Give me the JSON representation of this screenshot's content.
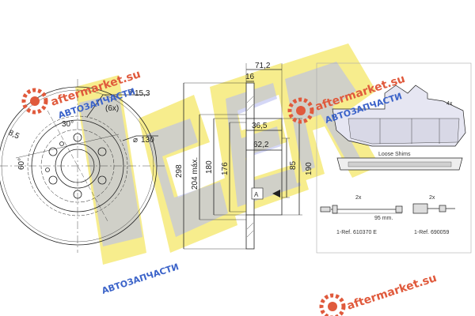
{
  "watermark": {
    "brand": "ICER",
    "site": "aftermarket.su",
    "sub": "АВТОЗАПЧАСТИ",
    "colors": {
      "logo_yellow": "#f6ea7a",
      "logo_blue": "#aab0ec",
      "wm_red": "#e05a3c",
      "wm_blue": "#3b63c9"
    }
  },
  "disc": {
    "angle_bolt": "(6x)",
    "bolt_hole_dia": "15,3",
    "angle_30": "30°",
    "angle_60": "60°",
    "dia_pcd": "130",
    "r_label": "8,5"
  },
  "section": {
    "width_total": "71,2",
    "thickness": "16",
    "hub_depth": "36,5",
    "hub_height": "62,2",
    "dia_298": "298",
    "dia_204": "204 máx.",
    "dia_180": "180",
    "dia_176": "176",
    "dia_85": "85",
    "dia_190": "190",
    "mark_a": "A"
  },
  "pads": {
    "shim_count": "4x",
    "shims_label": "Loose Shims",
    "sensor1_count": "2x",
    "sensor1_length": "95 mm.",
    "sensor1_ref": "1-Ref. 610370 E",
    "sensor2_count": "2x",
    "sensor2_ref": "1-Ref. 690059"
  }
}
